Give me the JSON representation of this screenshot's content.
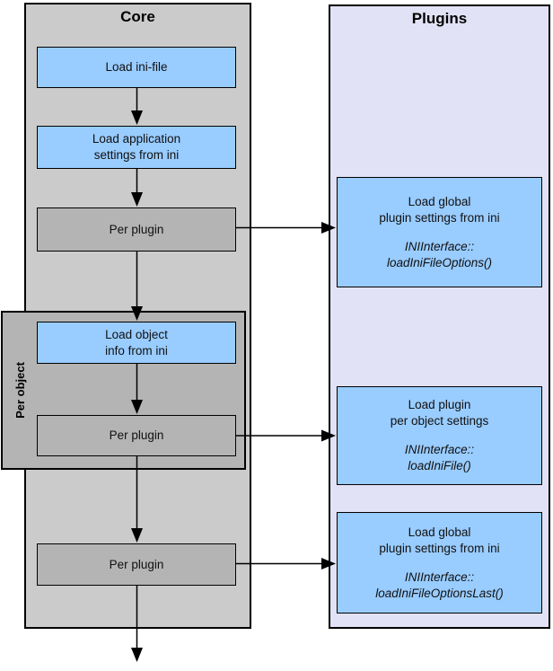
{
  "colors": {
    "page_bg": "#ffffff",
    "core_bg": "#cbcbcb",
    "plugins_bg": "#e2e2f6",
    "blue_box": "#99ccff",
    "gray_box": "#b4b4b4",
    "border": "#000000",
    "arrow": "#000000"
  },
  "core": {
    "title": "Core",
    "load_ini_label": "Load ini-file",
    "load_app_label": "Load application\nsettings from ini",
    "per_plugin_1_label": "Per plugin",
    "per_object": {
      "label": "Per object",
      "load_object_label": "Load object\ninfo from ini",
      "per_plugin_2_label": "Per plugin"
    },
    "per_plugin_3_label": "Per plugin"
  },
  "plugins": {
    "title": "Plugins",
    "boxes": [
      {
        "title": "Load global\nplugin settings from ini",
        "func": "INIInterface::\nloadIniFileOptions()"
      },
      {
        "title": "Load plugin\nper object settings",
        "func": "INIInterface::\nloadIniFile()"
      },
      {
        "title": "Load global\nplugin settings from ini",
        "func": "INIInterface::\nloadIniFileOptionsLast()"
      }
    ]
  }
}
